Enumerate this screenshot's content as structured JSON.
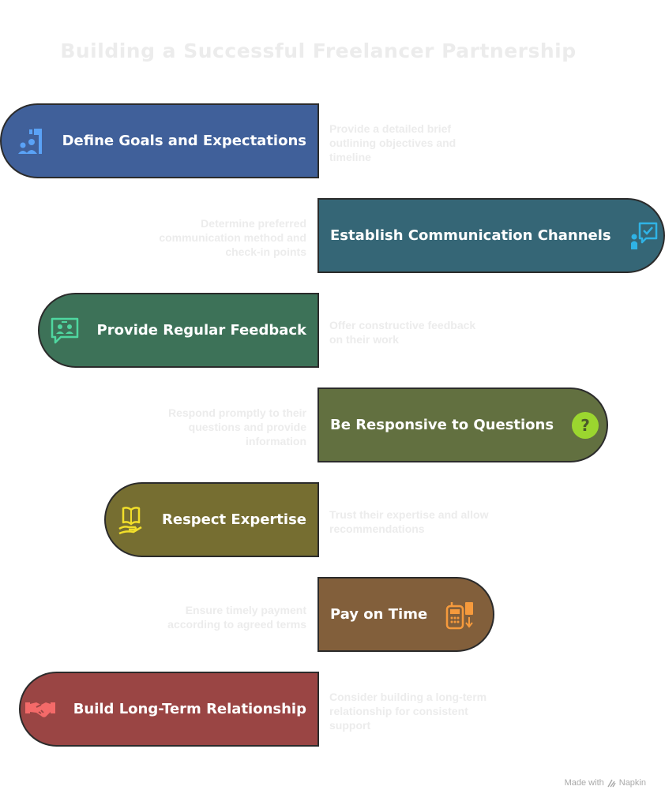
{
  "title": "Building a Successful Freelancer Partnership",
  "steps": [
    {
      "label": "Define Goals and Expectations",
      "description": "Provide a detailed brief outlining objectives and timeline",
      "color": "#40609a",
      "icon": "team-goal-icon",
      "icon_color": "#5aa2f6"
    },
    {
      "label": "Establish Communication Channels",
      "description": "Determine preferred communication method and check-in points",
      "color": "#356676",
      "icon": "chat-check-icon",
      "icon_color": "#2fb3e6"
    },
    {
      "label": "Provide Regular Feedback",
      "description": "Offer constructive feedback on their work",
      "color": "#3d7258",
      "icon": "feedback-icon",
      "icon_color": "#4fd7a0"
    },
    {
      "label": "Be Responsive to Questions",
      "description": "Respond promptly to their questions and provide information",
      "color": "#627040",
      "icon": "question-icon",
      "icon_color": "#9bd62f"
    },
    {
      "label": "Respect Expertise",
      "description": "Trust their expertise and allow recommendations",
      "color": "#766e31",
      "icon": "book-hand-icon",
      "icon_color": "#f2df2a"
    },
    {
      "label": "Pay on Time",
      "description": "Ensure timely payment according to agreed terms",
      "color": "#825f3b",
      "icon": "payment-terminal-icon",
      "icon_color": "#f69a3c"
    },
    {
      "label": "Build Long-Term Relationship",
      "description": "Consider building a long-term relationship for consistent support",
      "color": "#9a4544",
      "icon": "handshake-icon",
      "icon_color": "#f46a69"
    }
  ],
  "footer": {
    "made_with": "Made with",
    "brand": "Napkin"
  }
}
